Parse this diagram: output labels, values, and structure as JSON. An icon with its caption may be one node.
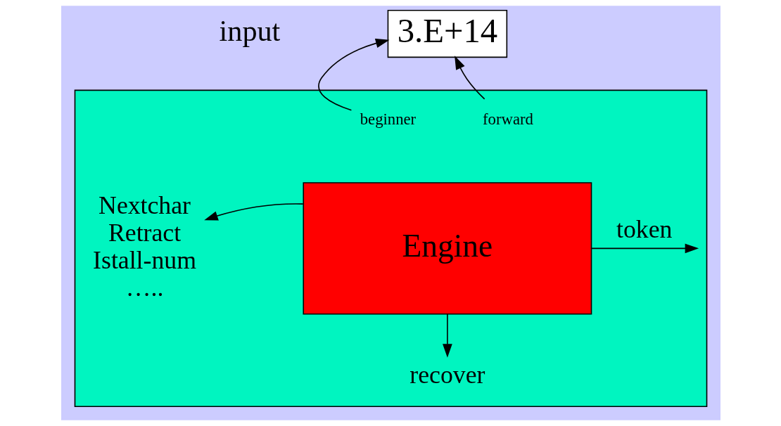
{
  "diagram": {
    "nodes": [
      {
        "text": [],
        "shape": "box"
      },
      {
        "text": [
          "3.E+14"
        ],
        "beside": [
          "input"
        ]
      },
      {
        "text": [
          "beginner"
        ],
        "in": 0
      },
      {
        "text": [
          "forward"
        ],
        "in": 0
      },
      {
        "text": [
          "Engine"
        ],
        "in": 0
      },
      {
        "text": [
          "Nextchar",
          "Retract",
          "Istall-num",
          "….."
        ],
        "in": 0
      },
      {
        "text": [
          "recover"
        ],
        "in": 0
      }
    ],
    "edges": [
      {
        "from": 2,
        "to": 1,
        "arrow": "to"
      },
      {
        "from": 3,
        "to": 1,
        "arrow": "to"
      },
      {
        "from": 4,
        "to": 5,
        "arrow": "to"
      },
      {
        "from": 4,
        "to": null,
        "arrow": "to",
        "label": "token"
      },
      {
        "from": 4,
        "to": 6,
        "arrow": "to"
      }
    ]
  }
}
